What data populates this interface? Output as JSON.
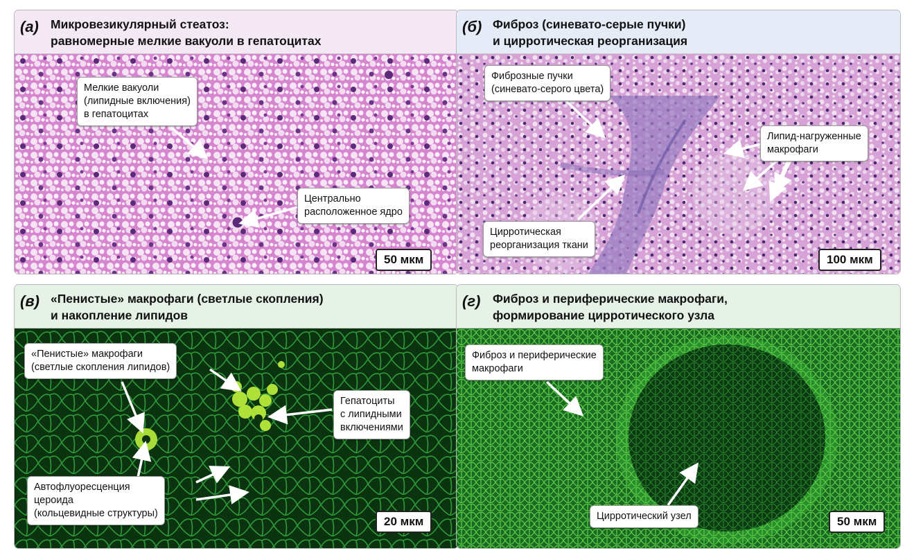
{
  "colors": {
    "panel_a_header": "#f4e8f4",
    "panel_b_header": "#e6ebf8",
    "panel_c_header": "#e7f2e6",
    "panel_d_header": "#e7f2e6",
    "he_stain": "#d98fd0",
    "fluorescence": "#0a3d12"
  },
  "panels": [
    {
      "letter": "(а)",
      "title_line1": "Микровезикулярный стеатоз:",
      "title_line2": "равномерные мелкие вакуоли в гепатоцитах",
      "labels": [
        {
          "lines": [
            "Мелкие вакуоли",
            "(липидные включения)",
            "в гепатоцитах"
          ]
        },
        {
          "lines": [
            "Центрально",
            "расположенное ядро"
          ]
        }
      ],
      "scale_bar": "50 мкм"
    },
    {
      "letter": "(б)",
      "title_line1": "Фиброз (синевато-серые пучки)",
      "title_line2": "и цирротическая реорганизация",
      "labels": [
        {
          "lines": [
            "Фиброзные пучки",
            "(синевато-серого цвета)"
          ]
        },
        {
          "lines": [
            "Липид-нагруженные",
            "макрофаги"
          ]
        },
        {
          "lines": [
            "Цирротическая",
            "реорганизация ткани"
          ]
        }
      ],
      "scale_bar": "100 мкм"
    },
    {
      "letter": "(в)",
      "title_line1": "«Пенистые» макрофаги (светлые скопления)",
      "title_line2": "и накопление липидов",
      "labels": [
        {
          "lines": [
            "«Пенистые» макрофаги",
            "(светлые скопления липидов)"
          ]
        },
        {
          "lines": [
            "Гепатоциты",
            "с липидными",
            "включениями"
          ]
        },
        {
          "lines": [
            "Автофлуоресценция",
            "цероида",
            "(кольцевидные структуры)"
          ]
        }
      ],
      "scale_bar": "20 мкм"
    },
    {
      "letter": "(г)",
      "title_line1": "Фиброз и периферические макрофаги,",
      "title_line2": "формирование цирротического узла",
      "labels": [
        {
          "lines": [
            "Фиброз и периферические",
            "макрофаги"
          ]
        },
        {
          "lines": [
            "Цирротический узел"
          ]
        }
      ],
      "scale_bar": "50 мкм"
    }
  ]
}
